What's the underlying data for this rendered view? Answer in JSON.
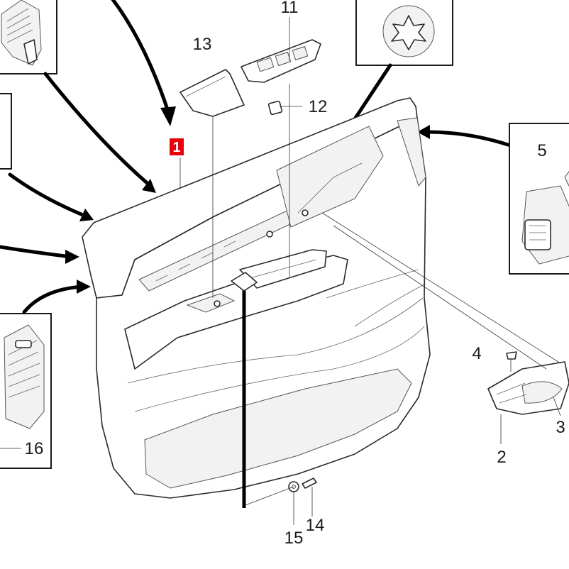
{
  "diagram": {
    "callouts": [
      {
        "id": "c1",
        "text": "1",
        "highlighted": true
      },
      {
        "id": "c2",
        "text": "2"
      },
      {
        "id": "c3",
        "text": "3"
      },
      {
        "id": "c4",
        "text": "4"
      },
      {
        "id": "c5",
        "text": "5"
      },
      {
        "id": "c11",
        "text": "11"
      },
      {
        "id": "c12",
        "text": "12"
      },
      {
        "id": "c13",
        "text": "13"
      },
      {
        "id": "c14",
        "text": "14"
      },
      {
        "id": "c15",
        "text": "15"
      },
      {
        "id": "c16",
        "text": "16"
      }
    ],
    "colors": {
      "highlight": "#e8000b",
      "line": "#000000",
      "background": "#ffffff"
    },
    "icon_names": [
      "door-trim-panel",
      "window-switch-panel",
      "clip-detail",
      "retaining-clip",
      "handle-bracket"
    ]
  }
}
